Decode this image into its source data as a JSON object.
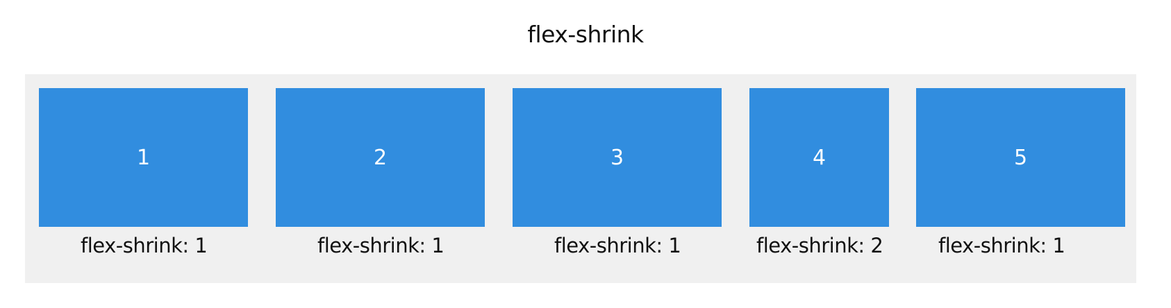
{
  "title": "flex-shrink",
  "colors": {
    "item_background": "#318ddf",
    "container_background": "#f0f0f0",
    "item_text": "#ffffff"
  },
  "items": [
    {
      "label": "1",
      "caption": "flex-shrink: 1"
    },
    {
      "label": "2",
      "caption": "flex-shrink: 1"
    },
    {
      "label": "3",
      "caption": "flex-shrink: 1"
    },
    {
      "label": "4",
      "caption": "flex-shrink: 2"
    },
    {
      "label": "5",
      "caption": "flex-shrink: 1"
    }
  ]
}
